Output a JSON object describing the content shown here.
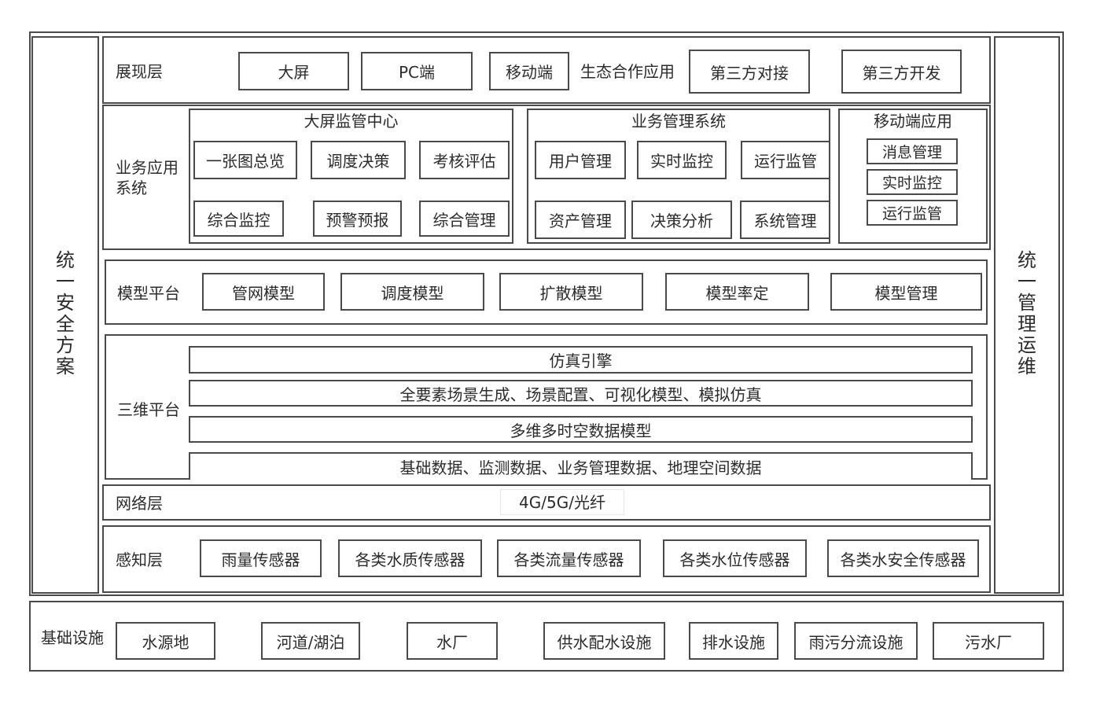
{
  "left_pillar": "统一安全方案",
  "right_pillar": "统一管理运维",
  "presentation": {
    "label": "展现层",
    "items": [
      "大屏",
      "PC端",
      "移动端"
    ],
    "eco_label": "生态合作应用",
    "eco_items": [
      "第三方对接",
      "第三方开发"
    ]
  },
  "business": {
    "label": "业务应用系统",
    "groups": [
      {
        "title": "大屏监管中心",
        "items": [
          "一张图总览",
          "调度决策",
          "考核评估",
          "综合监控",
          "预警预报",
          "综合管理"
        ]
      },
      {
        "title": "业务管理系统",
        "items": [
          "用户管理",
          "实时监控",
          "运行监管",
          "资产管理",
          "决策分析",
          "系统管理"
        ]
      },
      {
        "title": "移动端应用",
        "items": [
          "消息管理",
          "实时监控",
          "运行监管"
        ]
      }
    ]
  },
  "model": {
    "label": "模型平台",
    "items": [
      "管网模型",
      "调度模型",
      "扩散模型",
      "模型率定",
      "模型管理"
    ]
  },
  "threed": {
    "label": "三维平台",
    "rows": [
      "仿真引擎",
      "全要素场景生成、场景配置、可视化模型、模拟仿真",
      "多维多时空数据模型",
      "基础数据、监测数据、业务管理数据、地理空间数据"
    ]
  },
  "network": {
    "label": "网络层",
    "value": "4G/5G/光纤"
  },
  "sensing": {
    "label": "感知层",
    "items": [
      "雨量传感器",
      "各类水质传感器",
      "各类流量传感器",
      "各类水位传感器",
      "各类水安全传感器"
    ]
  },
  "infrastructure": {
    "label": "基础设施",
    "items": [
      "水源地",
      "河道/湖泊",
      "水厂",
      "供水配水设施",
      "排水设施",
      "雨污分流设施",
      "污水厂"
    ]
  }
}
